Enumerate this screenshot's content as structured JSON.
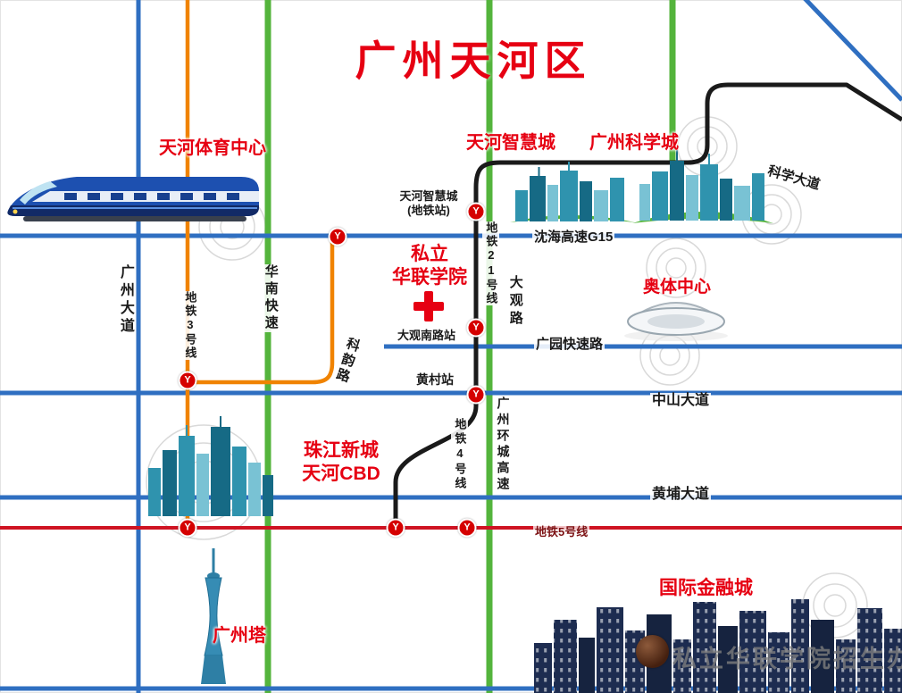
{
  "title": "广州天河区",
  "college": {
    "name_line1": "私立",
    "name_line2": "华联学院"
  },
  "places": {
    "sports_center": "天河体育中心",
    "smart_city": "天河智慧城",
    "science_city": "广州科学城",
    "olympic_center": "奥体中心",
    "cbd_line1": "珠江新城",
    "cbd_line2": "天河CBD",
    "canton_tower": "广州塔",
    "finance_city": "国际金融城"
  },
  "roads": {
    "science_avenue": "科学大道",
    "shenhai_expressway": "沈海高速G15",
    "guangyuan_expressway": "广园快速路",
    "zhongshan_avenue": "中山大道",
    "huangpu_avenue": "黄埔大道",
    "guangzhou_avenue": "广州大道",
    "huanan_expressway": "华南快速",
    "keyun_road": "科韵路",
    "daguan_road": "大观路",
    "ring_expressway": "广州环城高速"
  },
  "metro": {
    "line3": "地铁3号线",
    "line4": "地铁4号线",
    "line5": "地铁5号线",
    "line21": "地铁21号线",
    "logo_glyph": "Y"
  },
  "stations": {
    "smart_city_line1": "天河智慧城",
    "smart_city_line2": "(地铁站)",
    "daguan_south": "大观南路站",
    "huangcun": "黄村站"
  },
  "watermark": {
    "text": "私立华联学院招生办"
  },
  "colors": {
    "accent_red": "#e60012",
    "road_blue": "#2f6fc1",
    "road_green": "#54b43c",
    "metro_orange": "#f08300",
    "metro_black": "#1a1a1a",
    "metro_red_line": "#cf1322"
  }
}
